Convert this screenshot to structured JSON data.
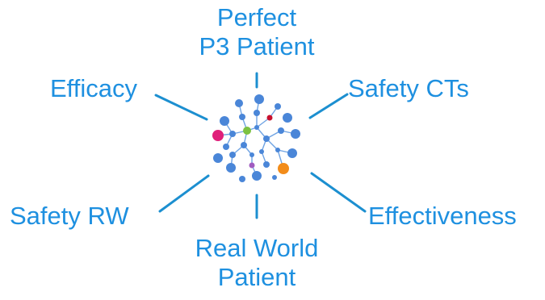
{
  "colors": {
    "text": "#1e90e0",
    "connector": "#1c8fd0",
    "node": "#4a86d8",
    "edge": "#6fa3e3",
    "accent_magenta": "#e0207a",
    "accent_green": "#7cc242",
    "accent_red": "#c8102e",
    "accent_orange": "#f28c1a",
    "accent_purple": "#a05cc0"
  },
  "hub": {
    "icon": "network-nodes-icon"
  },
  "labels": {
    "top_line1": "Perfect",
    "top_line2": "P3 Patient",
    "top_left": "Efficacy",
    "top_right": "Safety CTs",
    "bottom_left": "Safety RW",
    "bottom_right": "Effectiveness",
    "bottom_line1": "Real World",
    "bottom_line2": "Patient"
  }
}
